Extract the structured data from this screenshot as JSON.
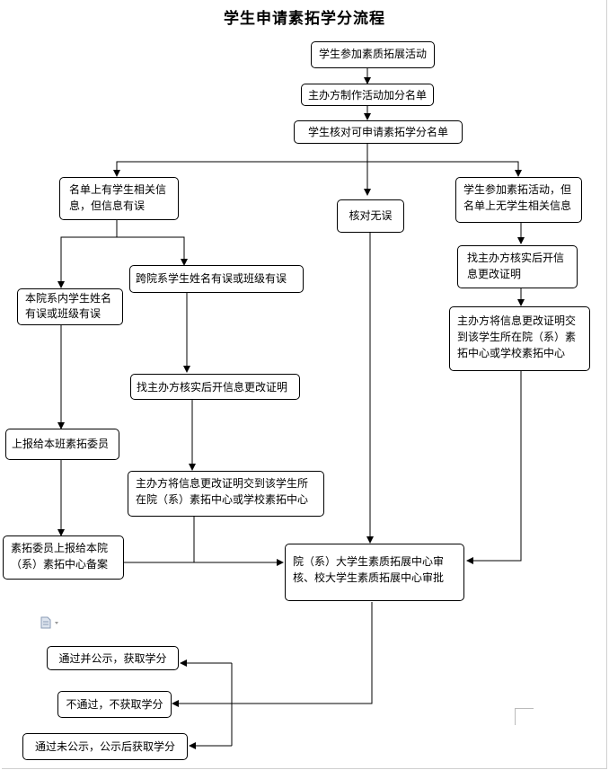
{
  "title": "学生申请素拓学分流程",
  "nodes": {
    "join_activity": "学生参加素质拓展活动",
    "organizer_list": "主办方制作活动加分名单",
    "student_verify": "学生核对可申请素拓学分名单",
    "info_error": "名单上有学生相关信息，但信息有误",
    "verified_ok": "核对无误",
    "not_on_list": "学生参加素拓活动，但名单上无学生相关信息",
    "same_college": "本院系内学生姓名有误或班级有误",
    "cross_college": "跨院系学生姓名有误或班级有误",
    "cross_proof": "找主办方核实后开信息更改证明",
    "cross_submit": "主办方将信息更改证明交到该学生所在院（系）素拓中心或学校素拓中心",
    "report_committee": "上报给本班素拓委员",
    "committee_report": "素拓委员上报给本院（系）素拓中心备案",
    "right_proof": "找主办方核实后开信息更改证明",
    "right_submit": "主办方将信息更改证明交到该学生所在院（系）素拓中心或学校素拓中心",
    "review": "院（系）大学生素质拓展中心审核、校大学生素质拓展中心审批",
    "pass_public": "通过并公示，获取学分",
    "fail": "不通过，不获取学分",
    "pass_later": "通过未公示，公示后获取学分"
  },
  "colors": {
    "line": "#000000",
    "border": "#000000"
  }
}
